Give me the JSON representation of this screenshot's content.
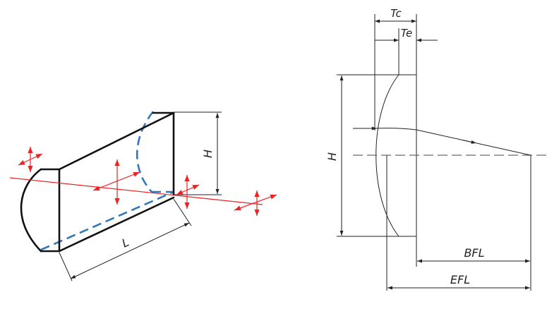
{
  "colors": {
    "outline": "#111111",
    "hidden_edge": "#3377bb",
    "polarization_arrows": "#ee2222",
    "dimension_lines": "#222222"
  },
  "left_view": {
    "dim_height": "H",
    "dim_length": "L"
  },
  "right_view": {
    "dim_center_thickness": "Tc",
    "dim_edge_thickness": "Te",
    "dim_height": "H",
    "dim_back_focal_length": "BFL",
    "dim_effective_focal_length": "EFL"
  }
}
